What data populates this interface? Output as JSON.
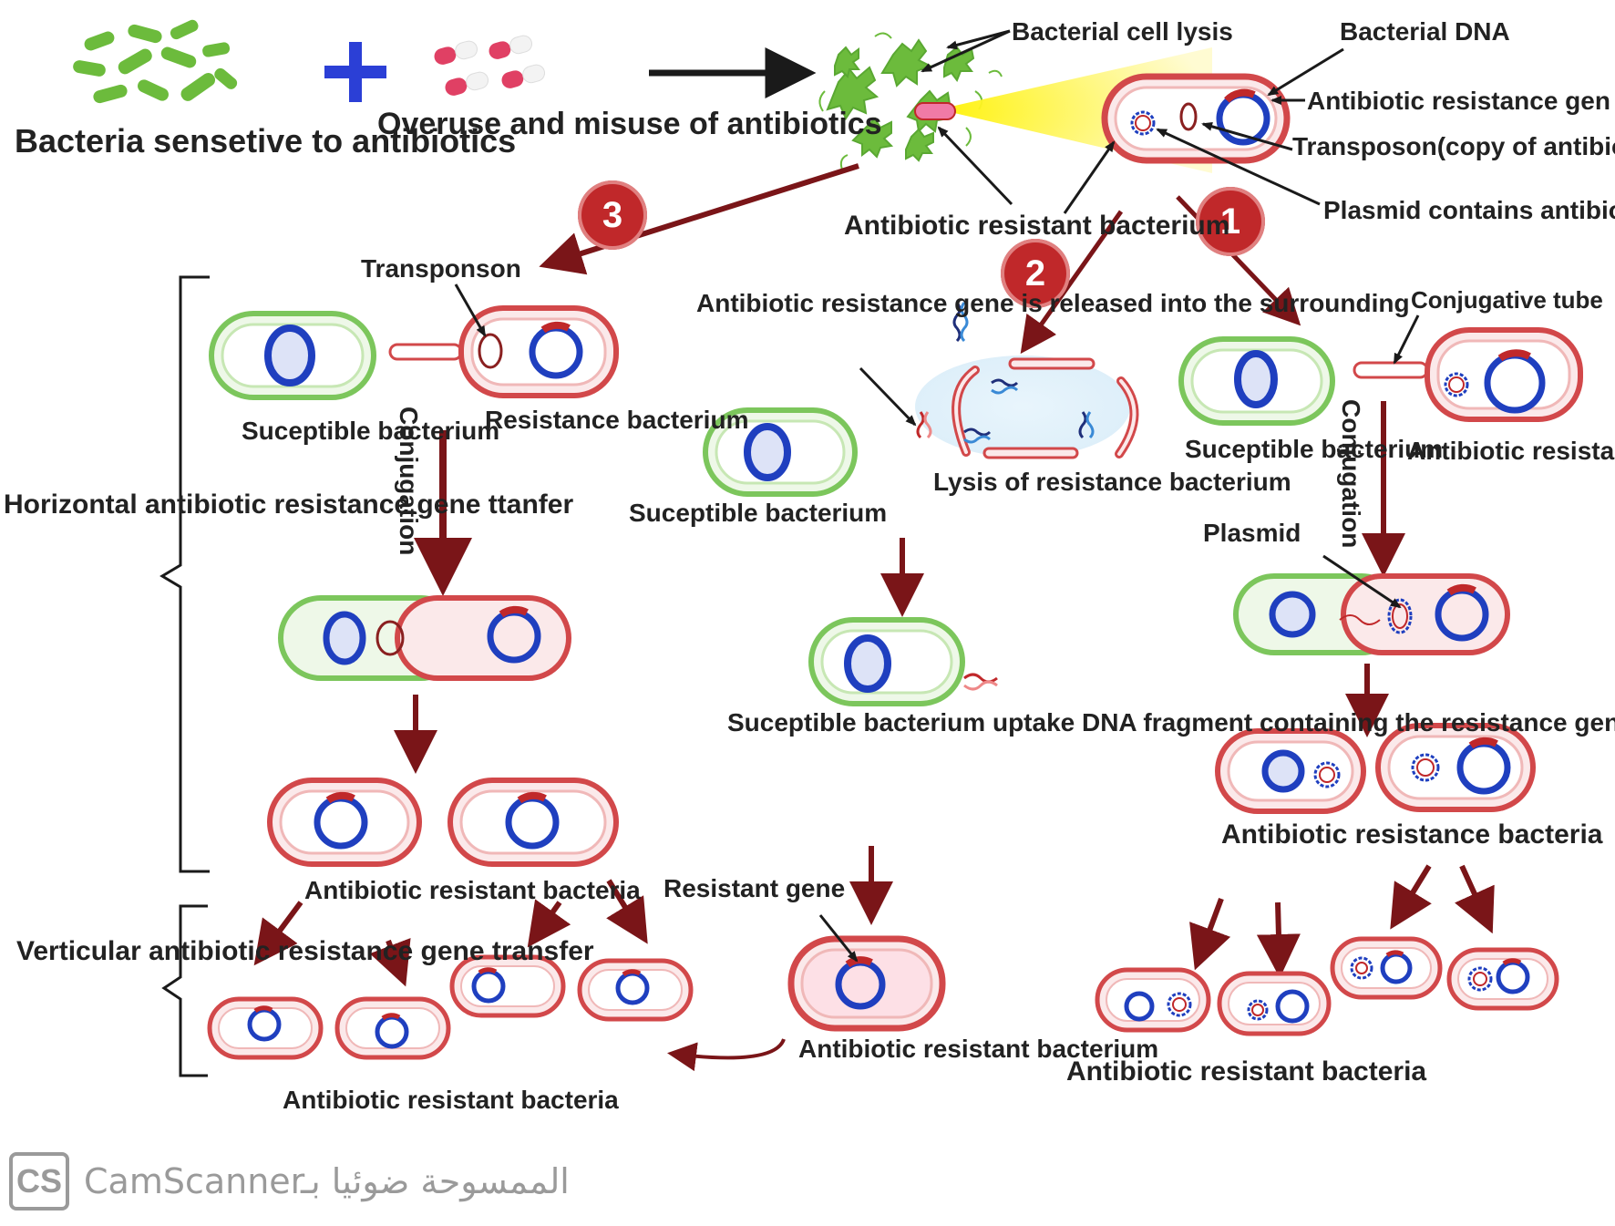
{
  "labels": {
    "bacteria_sensitive": "Bacteria sensetive\nto antibiotics",
    "overuse": "Overuse and misuse\nof antibiotics",
    "cell_lysis": "Bacterial cell\nlysis",
    "bacterial_dna": "Bacterial DNA",
    "antibiotic_resistance_gene": "Antibiotic resistance gen",
    "transposon_copy": "Transposon(copy of\nantibiotic resistance gene)",
    "plasmid_contains": "Plasmid contains\nantibiotic resistance ge",
    "antibiotic_resistant_bacterium_top": "Antibiotic resistant\nbacterium",
    "transponson": "Transponson",
    "suceptible_bacterium_left": "Suceptible\nbacterium",
    "resistance_bacterium": "Resistance\nbacterium",
    "conjugation_left": "Conjugation",
    "horizontal_transfer": "Horizontal\nantibiotic\nresistance\ngene ttanfer",
    "antibiotic_resistant_bacteria_left": "Antibiotic resistant\nbacteria",
    "vertical_transfer": "Verticular\nantibiotic\nresistance\ngene transfer",
    "antibiotic_resistant_bacteria_bottom_left": "Antibiotic resistant bacteria",
    "gene_released": "Antibiotic resistance\ngene is released\ninto the surrounding",
    "suceptible_bacterium_middle": "Suceptible bacterium",
    "lysis_resistance_bacterium": "Lysis of resistance\nbacterium",
    "uptake_text": "Suceptible bacterium uptake\nDNA fragment containing the\nresistance gene by\nendocytosis",
    "resistant_gene": "Resistant gene",
    "antibiotic_resistant_bacterium_bottom": "Antibiotic resistant\nbacterium",
    "conjugative_tube": "Conjugative tube",
    "suceptible_bacterium_right": "Suceptible\nbacterium",
    "antibiotic_resistant_bacterium_right": "Antibiotic\nresistant\nbacterium",
    "conjugation_right": "Conjugation",
    "plasmid": "Plasmid",
    "antibiotic_resistance_bacteria_right": "Antibiotic resistance\nbacteria",
    "antibiotic_resistant_bacteria_bottom_right": "Antibiotic resistant bacteria"
  },
  "badges": {
    "one": "1",
    "two": "2",
    "three": "3"
  },
  "watermark": {
    "logo": "CS",
    "app": "CamScanner",
    "arabic": "الممسوحة ضوئيا بـ"
  },
  "colors": {
    "resistant_outline": "#d2484a",
    "resistant_fill": "#fbe9ea",
    "susceptible_outline": "#7cc65c",
    "susceptible_fill": "#eef8e8",
    "dna_blue": "#1f3fbf",
    "gene_red": "#c0282a",
    "arrow": "#7a1518",
    "bacteria_green": "#6cbb3c"
  }
}
